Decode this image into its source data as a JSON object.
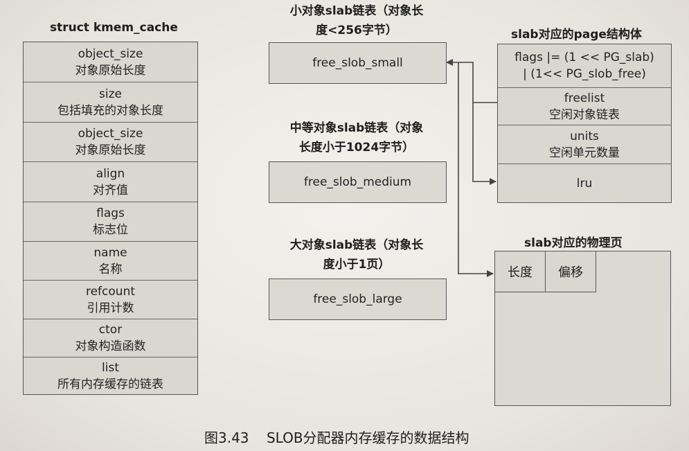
{
  "kmem_cache": {
    "title": "struct kmem_cache",
    "fields": [
      {
        "name": "object_size",
        "desc": "对象原始长度"
      },
      {
        "name": "size",
        "desc": "包括填充的对象长度"
      },
      {
        "name": "object_size",
        "desc": "对象原始长度"
      },
      {
        "name": "align",
        "desc": "对齐值"
      },
      {
        "name": "flags",
        "desc": "标志位"
      },
      {
        "name": "name",
        "desc": "名称"
      },
      {
        "name": "refcount",
        "desc": "引用计数"
      },
      {
        "name": "ctor",
        "desc": "对象构造函数"
      },
      {
        "name": "list",
        "desc": "所有内存缓存的链表"
      }
    ]
  },
  "slob_lists": [
    {
      "title_line1": "小对象slab链表（对象长",
      "title_line2": "度<256字节）",
      "label": "free_slob_small"
    },
    {
      "title_line1": "中等对象slab链表（对象",
      "title_line2": "长度小于1024字节）",
      "label": "free_slob_medium"
    },
    {
      "title_line1": "大对象slab链表（对象长",
      "title_line2": "度小于1页）",
      "label": "free_slob_large"
    }
  ],
  "page_struct": {
    "title": "slab对应的page结构体",
    "fields": [
      {
        "line1": "flags |= (1 << PG_slab)",
        "line2": "| (1<< PG_slob_free)"
      },
      {
        "line1": "freelist",
        "line2": "空闲对象链表"
      },
      {
        "line1": "units",
        "line2": "空闲单元数量"
      },
      {
        "line1": "lru",
        "line2": ""
      }
    ]
  },
  "physical_page": {
    "title": "slab对应的物理页",
    "cells": [
      "长度",
      "偏移"
    ]
  },
  "caption": {
    "figure": "图3.43",
    "text": "SLOB分配器内存缓存的数据结构"
  }
}
